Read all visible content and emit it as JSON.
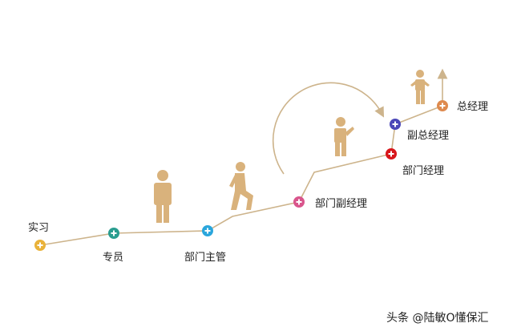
{
  "stages": [
    {
      "label": "实习",
      "color": "#e9b23a"
    },
    {
      "label": "专员",
      "color": "#2a9d8f"
    },
    {
      "label": "部门主管",
      "color": "#2aa6dc"
    },
    {
      "label": "部门副经理",
      "color": "#d9558c"
    },
    {
      "label": "部门经理",
      "color": "#d8161b"
    },
    {
      "label": "副总经理",
      "color": "#4b47b8"
    },
    {
      "label": "总经理",
      "color": "#de8a4e"
    }
  ],
  "line_color": "#cdb48c",
  "figure_color": "#d9b27c",
  "watermark": "头条 @陆敏O懂保汇"
}
